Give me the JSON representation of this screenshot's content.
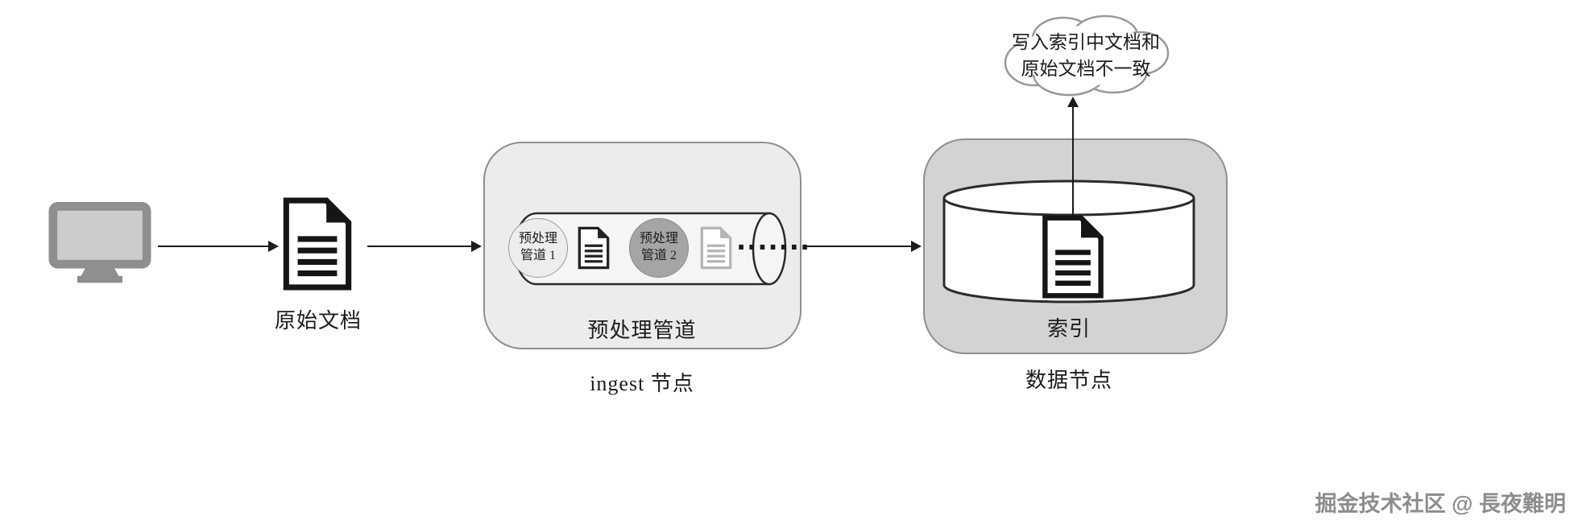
{
  "source": {
    "label": "原始文档"
  },
  "ingest": {
    "pipeline_label": "预处理管道",
    "node_label": "ingest 节点",
    "stage1": {
      "line1": "预处理",
      "line2": "管道 1"
    },
    "stage2": {
      "line1": "预处理",
      "line2": "管道 2"
    },
    "dots": "·······"
  },
  "data_node": {
    "index_label": "索引",
    "node_label": "数据节点"
  },
  "cloud": {
    "line1": "写入索引中文档和",
    "line2": "原始文档不一致"
  },
  "watermark": "掘金技术社区 @ 長夜難明",
  "colors": {
    "ingest_box_bg": "#ececec",
    "data_box_bg": "#d3d3d3",
    "stage1_fill": "#ededed",
    "stage2_fill": "#a5a5a5",
    "monitor_gray": "#8f8f8f",
    "arrow": "#1b1b1b",
    "watermark_gray": "#8d8d8d"
  }
}
